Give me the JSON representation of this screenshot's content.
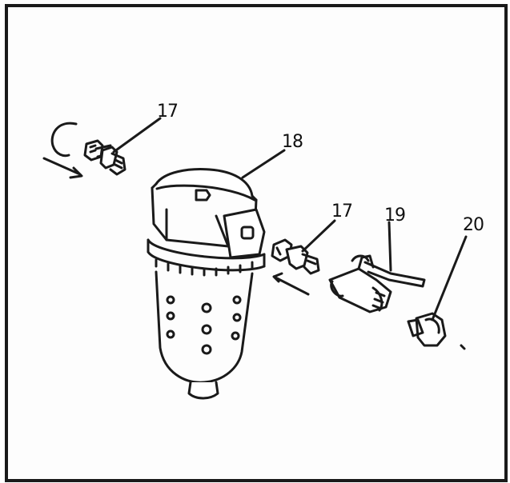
{
  "callouts": {
    "c17a": "17",
    "c18": "18",
    "c17b": "17",
    "c19": "19",
    "c20": "20"
  },
  "colors": {
    "ink": "#1a1a1a",
    "paper": "#ffffff"
  },
  "parts": [
    {
      "callout": "17",
      "name": "fitting-elbow-left"
    },
    {
      "callout": "18",
      "name": "filter-assembly"
    },
    {
      "callout": "17",
      "name": "fitting-right"
    },
    {
      "callout": "19",
      "name": "drain-valve"
    },
    {
      "callout": "20",
      "name": "plug"
    }
  ]
}
